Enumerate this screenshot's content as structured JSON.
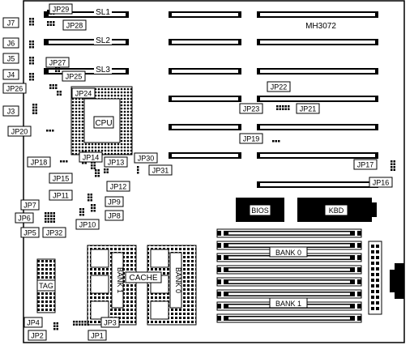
{
  "board": {
    "model": "MH3072",
    "chips": {
      "cpu": "CPU",
      "bios": "BIOS",
      "kbd": "KBD",
      "tag": "TAG",
      "cache": "CACHE",
      "cache_bank_1": "BANK 1",
      "cache_bank_0": "BANK 0",
      "simm_bank_0": "BANK 0",
      "simm_bank_1": "BANK 1"
    },
    "slots": {
      "sl1": "SL1",
      "sl2": "SL2",
      "sl3": "SL3"
    },
    "jumpers": {
      "jp1": "JP1",
      "jp2": "JP2",
      "jp3": "JP3",
      "jp4": "JP4",
      "jp5": "JP5",
      "jp6": "JP6",
      "jp7": "JP7",
      "jp8": "JP8",
      "jp9": "JP9",
      "jp10": "JP10",
      "jp11": "JP11",
      "jp12": "JP12",
      "jp13": "JP13",
      "jp14": "JP14",
      "jp15": "JP15",
      "jp16": "JP16",
      "jp17": "JP17",
      "jp18": "JP18",
      "jp19": "JP19",
      "jp20": "JP20",
      "jp21": "JP21",
      "jp22": "JP22",
      "jp23": "JP23",
      "jp24": "JP24",
      "jp25": "JP25",
      "jp26": "JP26",
      "jp27": "JP27",
      "jp28": "JP28",
      "jp29": "JP29",
      "jp30": "JP30",
      "jp31": "JP31",
      "jp32": "JP32",
      "j3": "J3",
      "j4": "J4",
      "j5": "J5",
      "j6": "J6",
      "j7": "J7"
    }
  }
}
